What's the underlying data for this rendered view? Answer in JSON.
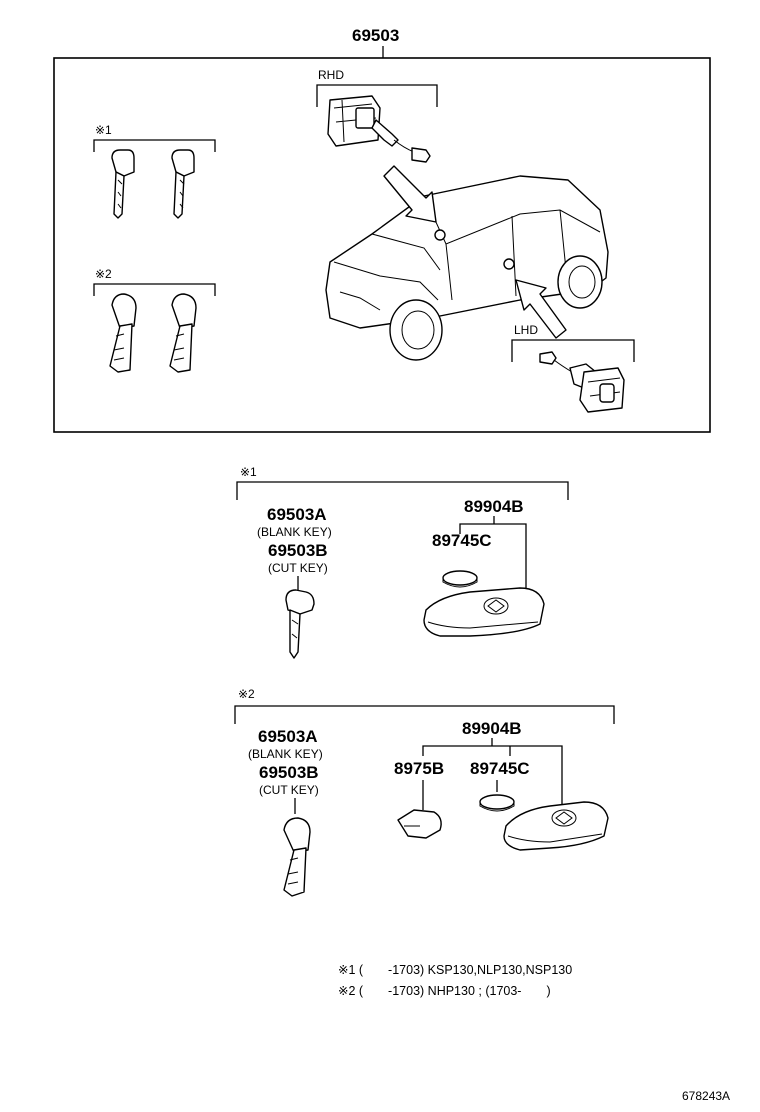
{
  "top": {
    "part_number": "69503",
    "rhd_label": "RHD",
    "lhd_label": "LHD",
    "variant1_mark": "※1",
    "variant2_mark": "※2"
  },
  "group1": {
    "mark": "※1",
    "key_blank_pn": "69503A",
    "key_blank_desc": "(BLANK KEY)",
    "key_cut_pn": "69503B",
    "key_cut_desc": "(CUT KEY)",
    "remote_pn": "89904B",
    "battery_pn": "89745C"
  },
  "group2": {
    "mark": "※2",
    "key_blank_pn": "69503A",
    "key_blank_desc": "(BLANK KEY)",
    "key_cut_pn": "69503B",
    "key_cut_desc": "(CUT KEY)",
    "remote_pn": "89904B",
    "cover_pn": "8975B",
    "battery_pn": "89745C"
  },
  "notes": {
    "note1": "※1 (　　-1703) KSP130,NLP130,NSP130",
    "note2": "※2 (　　-1703) NHP130 ; (1703-　　)"
  },
  "diagram_id": "678243A"
}
